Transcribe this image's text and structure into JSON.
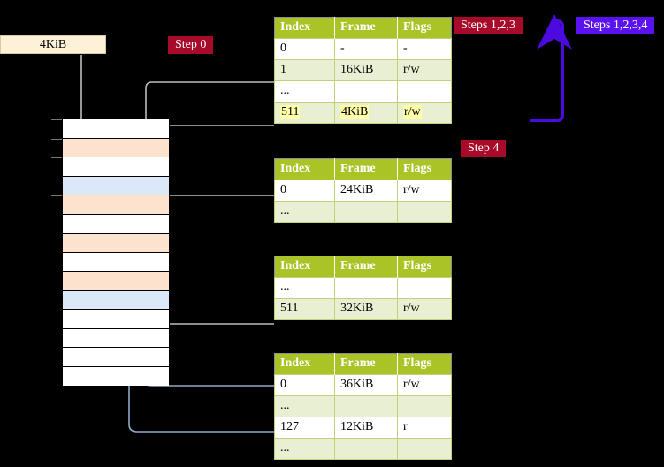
{
  "diagram": {
    "title_badges": {
      "step0": "Step 0",
      "step4": "Step 4",
      "steps123": "Steps 1,2,3",
      "steps1234": "Steps 1,2,3,4"
    },
    "frame_box": {
      "label": "4KiB"
    },
    "colors": {
      "badge_red": "#a80a2a",
      "badge_blue": "#5b12f0",
      "table_header": "#aac428",
      "table_row_alt": "#e9efd3",
      "highlight": "#ffffaa",
      "memory_orange": "#fde3cd",
      "memory_blue": "#dbe8f7",
      "wire_gray": "#b0b0b0",
      "wire_blue": "#7a9cc6",
      "arrow_blue": "#3f62a8"
    },
    "memory_column": {
      "name": "physical-memory",
      "rows": [
        {
          "fill": "white"
        },
        {
          "fill": "orange"
        },
        {
          "fill": "white"
        },
        {
          "fill": "blue"
        },
        {
          "fill": "orange"
        },
        {
          "fill": "white"
        },
        {
          "fill": "orange"
        },
        {
          "fill": "white"
        },
        {
          "fill": "orange"
        },
        {
          "fill": "blue"
        },
        {
          "fill": "white"
        },
        {
          "fill": "white"
        },
        {
          "fill": "white"
        },
        {
          "fill": "white"
        }
      ],
      "ticks": [
        0,
        1,
        2,
        4,
        6,
        8
      ]
    },
    "tables": [
      {
        "name": "page-table-level-0",
        "headers": [
          "Index",
          "Frame",
          "Flags"
        ],
        "rows": [
          {
            "index": "0",
            "frame": "-",
            "flags": "-",
            "style": "odd",
            "highlight": false
          },
          {
            "index": "1",
            "frame": "16KiB",
            "flags": "r/w",
            "style": "even",
            "highlight": false
          },
          {
            "index": "...",
            "frame": "",
            "flags": "",
            "style": "odd",
            "highlight": false
          },
          {
            "index": "511",
            "frame": "4KiB",
            "flags": "r/w",
            "style": "even",
            "highlight": true
          }
        ]
      },
      {
        "name": "page-table-level-1",
        "headers": [
          "Index",
          "Frame",
          "Flags"
        ],
        "rows": [
          {
            "index": "0",
            "frame": "24KiB",
            "flags": "r/w",
            "style": "odd",
            "highlight": false
          },
          {
            "index": "...",
            "frame": "",
            "flags": "",
            "style": "even",
            "highlight": false
          }
        ]
      },
      {
        "name": "page-table-level-2",
        "headers": [
          "Index",
          "Frame",
          "Flags"
        ],
        "rows": [
          {
            "index": "...",
            "frame": "",
            "flags": "",
            "style": "odd",
            "highlight": false
          },
          {
            "index": "511",
            "frame": "32KiB",
            "flags": "r/w",
            "style": "even",
            "highlight": false
          }
        ]
      },
      {
        "name": "page-table-level-3",
        "headers": [
          "Index",
          "Frame",
          "Flags"
        ],
        "rows": [
          {
            "index": "0",
            "frame": "36KiB",
            "flags": "r/w",
            "style": "odd",
            "highlight": false
          },
          {
            "index": "...",
            "frame": "",
            "flags": "",
            "style": "even",
            "highlight": false
          },
          {
            "index": "127",
            "frame": "12KiB",
            "flags": "r",
            "style": "odd",
            "highlight": false
          },
          {
            "index": "...",
            "frame": "",
            "flags": "",
            "style": "even",
            "highlight": false
          }
        ]
      }
    ]
  }
}
